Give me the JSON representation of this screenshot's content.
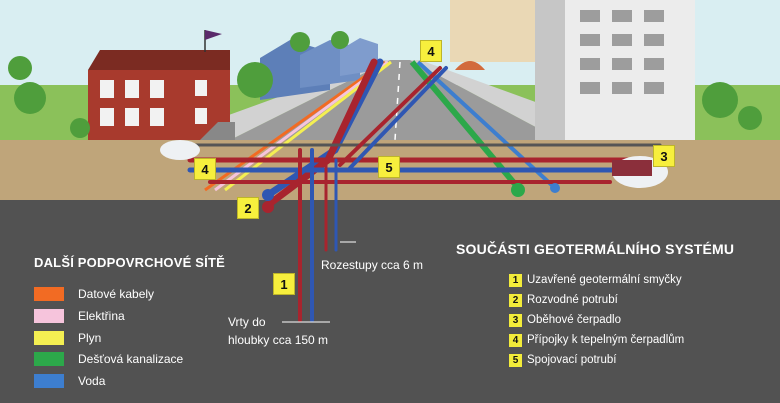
{
  "legend": {
    "title": "DALŠÍ PODPOVRCHOVÉ SÍTĚ",
    "items": [
      {
        "label": "Datové kabely",
        "color": "#f26b23"
      },
      {
        "label": "Elektřina",
        "color": "#f6c4dc"
      },
      {
        "label": "Plyn",
        "color": "#f4ef52"
      },
      {
        "label": "Dešťová kanalizace",
        "color": "#2ca84a"
      },
      {
        "label": "Voda",
        "color": "#3d7ecf"
      }
    ]
  },
  "system": {
    "title": "SOUČÁSTI GEOTERMÁLNÍHO SYSTÉMU",
    "items": [
      {
        "num": "1",
        "label": "Uzavřené geotermální smyčky"
      },
      {
        "num": "2",
        "label": "Rozvodné potrubí"
      },
      {
        "num": "3",
        "label": "Oběhové čerpadlo"
      },
      {
        "num": "4",
        "label": "Přípojky k tepelným čerpadlům"
      },
      {
        "num": "5",
        "label": "Spojovací potrubí"
      }
    ]
  },
  "markers": [
    "1",
    "2",
    "3",
    "4",
    "4",
    "5"
  ],
  "annotations": {
    "spacing": "Rozestupy cca 6 m",
    "depth_line1": "Vrty do",
    "depth_line2": "hloubky cca 150 m"
  },
  "colors": {
    "sky": "#d9eef2",
    "soil": "#bfa57a",
    "underground": "#515151",
    "pipe_red": "#a8242e",
    "pipe_blue": "#2f57b3",
    "marker_yellow": "#f7ef3d"
  }
}
